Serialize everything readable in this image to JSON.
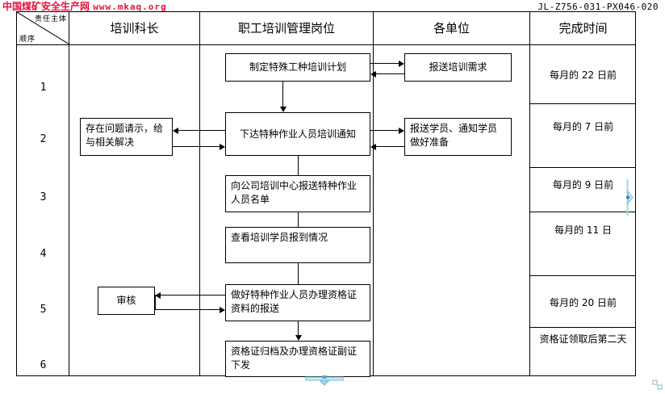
{
  "header": {
    "watermark_cn": "中国煤矿安全生产网",
    "watermark_url": "www.mkaq.org",
    "doc_code": "JL-Z756-031-PX046-020",
    "watermark_color": "#e8123c"
  },
  "table": {
    "corner": {
      "label_top_right": "责任主体",
      "label_bottom_left": "顺序"
    },
    "columns": [
      {
        "label": "培训科长"
      },
      {
        "label": "职工培训管理岗位"
      },
      {
        "label": "各单位"
      },
      {
        "label": "完成时间"
      }
    ],
    "row_numbers": [
      "1",
      "2",
      "3",
      "4",
      "5",
      "6"
    ],
    "time_cells": [
      "每月的 22 日前",
      "每月的 7 日前",
      "每月的 9 日前",
      "每月的 11 日",
      "每月的 20 日前",
      "资格证领取后第二天"
    ]
  },
  "flow": {
    "boxes": {
      "plan": "制定特殊工种培训计划",
      "demand": "报送培训需求",
      "issue_notice": "下达特种作业人员培训通知",
      "problem": "存在问题请示，给与相关解决",
      "report_trainee": "报送学员、通知学员做好准备",
      "submit_list": "向公司培训中心报送特种作业人员名单",
      "check_arrival": "查看培训学员报到情况",
      "cert_material": "做好特种作业人员办理资格证资料的报送",
      "review": "审核",
      "archive": "资格证归档及办理资格证副证下发"
    }
  },
  "scrollbars": {
    "right_handle": "vertical-splitter-handle",
    "bottom_handle": "horizontal-splitter-handle",
    "accent_color": "#9fd8e8"
  }
}
